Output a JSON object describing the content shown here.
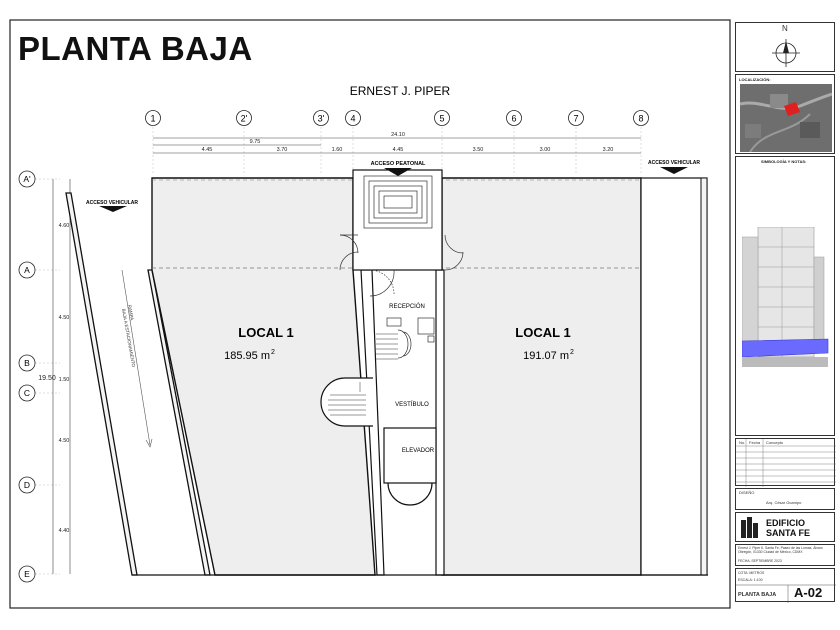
{
  "drawing": {
    "title": "PLANTA BAJA",
    "street_top": "ERNEST J. PIPER",
    "grid_columns": [
      "1",
      "2'",
      "3'",
      "4",
      "5",
      "6",
      "7",
      "8"
    ],
    "grid_rows": [
      "A'",
      "A",
      "B",
      "C",
      "D",
      "E"
    ],
    "dims_top": {
      "overall": "24.10",
      "partial": "9.75",
      "segments": [
        "4.45",
        "3.70",
        "1.60",
        "4.45",
        "3.50",
        "3.00",
        "3.20"
      ]
    },
    "dims_left": {
      "overall": "19.50",
      "segments": [
        "4.60",
        "4.50",
        "1.50",
        "4.50",
        "4.40"
      ]
    },
    "labels": {
      "acceso_peatonal": "ACCESO PEATONAL",
      "acceso_vehicular_left": "ACCESO VEHICULAR",
      "acceso_vehicular_right": "ACCESO VEHICULAR",
      "rampa_line1": "RAMPA",
      "rampa_line2": "BAJA A ESTACIONAMIENTO",
      "recepcion": "RECEPCIÓN",
      "vestibulo": "VESTÍBULO",
      "elevador": "ELEVADOR"
    },
    "local_left": {
      "name": "LOCAL 1",
      "area": "185.95 m",
      "sup": "2"
    },
    "local_right": {
      "name": "LOCAL 1",
      "area": "191.07 m",
      "sup": "2"
    }
  },
  "title_block": {
    "north": "N",
    "localizacion": "LOCALIZACIÓN:",
    "simbologia": "SIMBOLOGÍA Y NOTAS:",
    "table_header": [
      "No.",
      "Fecha",
      "Concepto"
    ],
    "diseno_label": "DISEÑO",
    "architect": "Arq. César Ocampo",
    "project_line1": "EDIFICIO",
    "project_line2": "SANTA FE",
    "address": "Ernest J. Piper 6, Santa Fe, Paseo de las Lomas, Álvaro Obregón, 01330 Ciudad de México, CDMX",
    "fecha": "FECHA: SEPTIEMBRE 2023",
    "cota": "COTA: METROS",
    "escala": "ESCALA: 1:100",
    "sheet_name": "PLANTA BAJA",
    "sheet_number": "A-02"
  },
  "colors": {
    "room_fill": "#eeeeee",
    "line": "#111111",
    "dashed": "#777777",
    "model_accent": "#6a6aff"
  }
}
